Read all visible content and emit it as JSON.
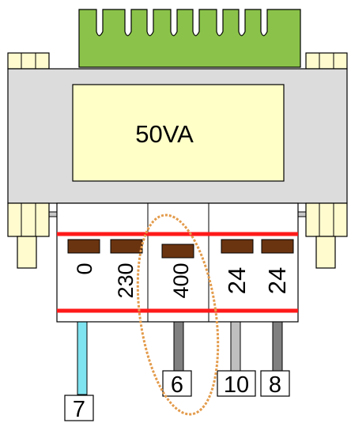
{
  "rating_label": "50VA",
  "terminal_labels": [
    "0",
    "230",
    "400",
    "24",
    "24"
  ],
  "wire_numbers": [
    "7",
    "6",
    "10",
    "8"
  ],
  "colors": {
    "heatsink": "#8BC34A",
    "mounting_block": "#FFFBCF",
    "core": "#DCDCDC",
    "core_window": "#FFFFC8",
    "terminal_block": "#FFFFFF",
    "terminal_red_line": "#FF1A1A",
    "terminal_screw": "#6B3410",
    "wire_7": "#7FE3F0",
    "wire_6": "#808080",
    "wire_10": "#BFBFBF",
    "wire_8": "#808080",
    "highlight_ellipse": "#E39B4B"
  }
}
